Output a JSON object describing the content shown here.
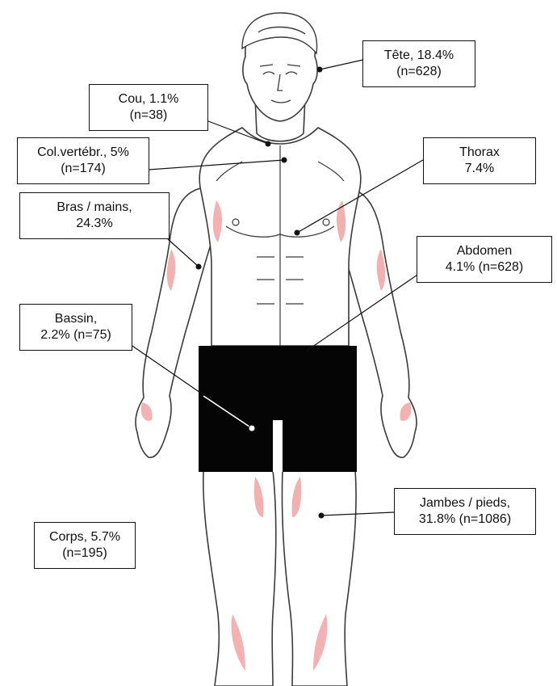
{
  "colors": {
    "outline": "#3a3a3a",
    "skin": "#ffffff",
    "shading": "#f2a3a3",
    "shorts": "#050505",
    "text": "#111111"
  },
  "labels": {
    "tete": {
      "line1": "Tête, 18.4%",
      "line2": "(n=628)"
    },
    "cou": {
      "line1": "Cou, 1.1%",
      "line2": "(n=38)"
    },
    "colvert": {
      "line1": "Col.vertébr., 5%",
      "line2": "(n=174)"
    },
    "thorax": {
      "line1": "Thorax",
      "line2": "7.4%"
    },
    "bras": {
      "line1": "Bras / mains,",
      "line2": "24.3%"
    },
    "abdomen": {
      "line1": "Abdomen",
      "line2": "4.1% (n=628)"
    },
    "bassin": {
      "line1": "Bassin,",
      "line2": "2.2% (n=75)"
    },
    "jambes": {
      "line1": "Jambes / pieds,",
      "line2": "31.8% (n=1086)"
    },
    "corps": {
      "line1": "Corps, 5.7%",
      "line2": "(n=195)"
    }
  }
}
